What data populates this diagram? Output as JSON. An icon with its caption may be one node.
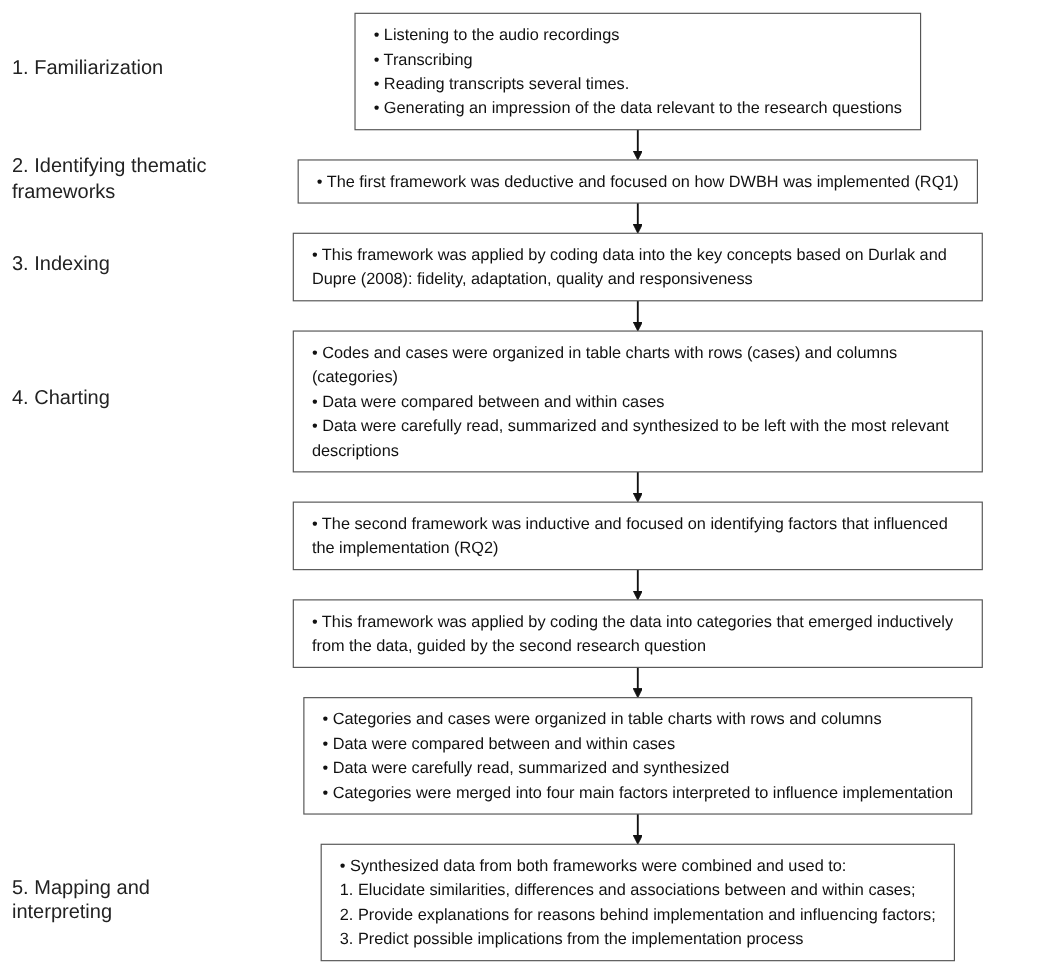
{
  "diagram": {
    "nodes": [
      {
        "text": [
          "• Listening to the audio recordings",
          "• Transcribing",
          "• Reading transcripts several times.",
          "• Generating an impression of the data relevant to the research questions"
        ]
      },
      {
        "text": [
          "• The first framework was deductive and focused on how DWBH was implemented (RQ1)"
        ]
      },
      {
        "text": [
          "• The second framework was inductive and focused on identifying factors that influenced the implementation (RQ2)"
        ]
      },
      {
        "text": [
          "• This framework was applied by coding data into the key concepts based on Durlak and Dupre (2008): fidelity, adaptation, quality and responsiveness"
        ]
      },
      {
        "text": [
          "• This framework was applied by coding the data into categories that emerged inductively from the data, guided by the second research question"
        ]
      },
      {
        "text": [
          "• Codes and cases were organized in table charts with rows (cases) and columns (categories)",
          "• Data were compared between and within cases",
          "• Data were carefully read, summarized and synthesized to be left with the most relevant descriptions"
        ]
      },
      {
        "text": [
          "• Categories and cases were organized in table charts with rows and columns",
          "• Data were compared between and within cases",
          "• Data were carefully read, summarized and synthesized",
          "• Categories were merged into four main factors interpreted to influence implementation"
        ]
      },
      {
        "text": [
          "• Synthesized data from both frameworks were combined and used to:",
          "1. Elucidate similarities, differences and associations between and within cases;",
          "2. Provide explanations for reasons behind implementation and influencing factors;",
          "3. Predict possible implications from the implementation process"
        ]
      }
    ],
    "edges": [
      {
        "from": 0,
        "to": 1,
        "arrow": "to"
      },
      {
        "from": 1,
        "to": 3,
        "arrow": "to"
      },
      {
        "from": 3,
        "to": 5,
        "arrow": "to"
      },
      {
        "from": 5,
        "to": 2,
        "arrow": "to"
      },
      {
        "from": 2,
        "to": 4,
        "arrow": "to"
      },
      {
        "from": 4,
        "to": 6,
        "arrow": "to"
      },
      {
        "from": 6,
        "to": 7,
        "arrow": "to"
      }
    ],
    "labels": [
      "1. Familiarization",
      "2. Identifying thematic frameworks",
      "3. Indexing",
      "4. Charting",
      "5. Mapping and interpreting"
    ]
  }
}
